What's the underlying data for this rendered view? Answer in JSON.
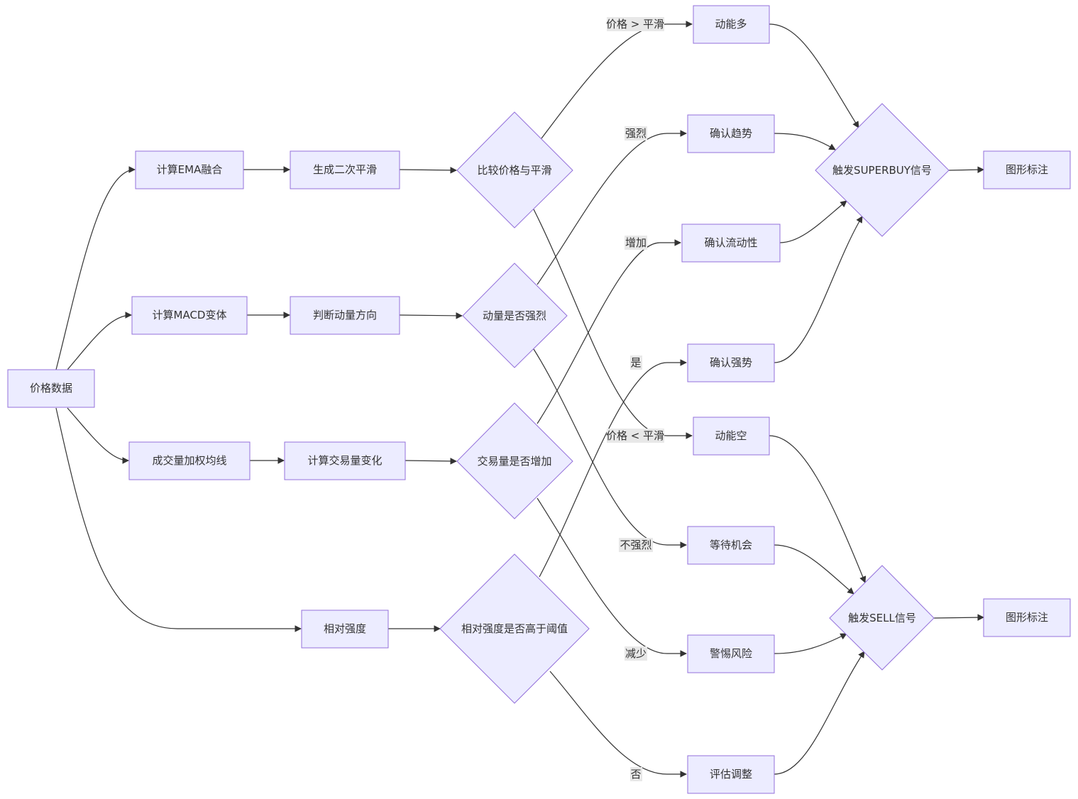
{
  "colors": {
    "node_fill": "#ECECFF",
    "node_stroke": "#9370DB",
    "edge": "#333333",
    "label_bg": "#e8e8e8"
  },
  "nodes": {
    "price_data": "价格数据",
    "calc_ema": "计算EMA融合",
    "gen_smooth": "生成二次平滑",
    "cmp_price": "比较价格与平滑",
    "calc_macd": "计算MACD变体",
    "judge_momentum": "判断动量方向",
    "momentum_strong": "动量是否强烈",
    "vwma": "成交量加权均线",
    "calc_volume": "计算交易量变化",
    "volume_increase": "交易量是否增加",
    "rel_strength": "相对强度",
    "rs_above": "相对强度是否高于阈值",
    "bull": "动能多",
    "confirm_trend": "确认趋势",
    "confirm_liquidity": "确认流动性",
    "confirm_strength": "确认强势",
    "bear": "动能空",
    "wait": "等待机会",
    "alert_risk": "警惕风险",
    "evaluate": "评估调整",
    "superbuy": "触发SUPERBUY信号",
    "sell": "触发SELL信号",
    "mark_buy": "图形标注",
    "mark_sell": "图形标注"
  },
  "edge_labels": {
    "gt": "价格 > 平滑",
    "lt": "价格 < 平滑",
    "strong": "强烈",
    "not_strong": "不强烈",
    "increase": "增加",
    "decrease": "减少",
    "yes": "是",
    "no": "否"
  }
}
